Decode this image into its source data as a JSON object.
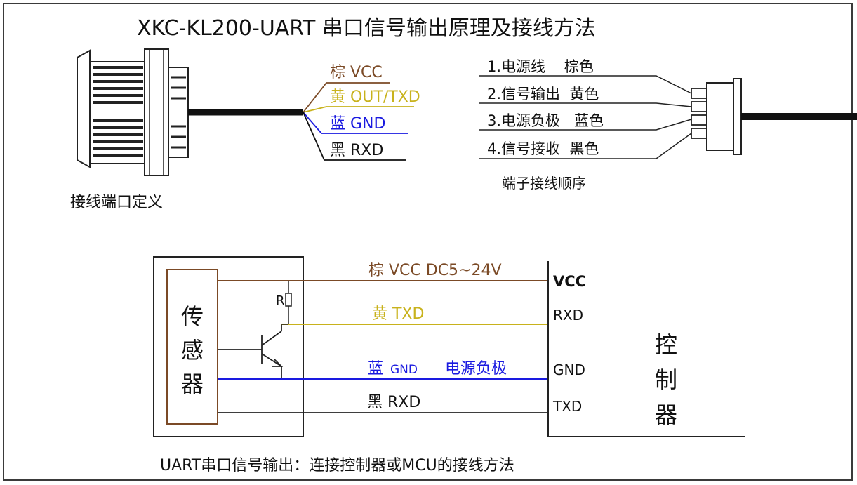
{
  "title": "XKC-KL200-UART 串口信号输出原理及接线方法",
  "connector_caption": "接线端口定义",
  "cable_wires": [
    {
      "label": "棕 VCC"
    },
    {
      "label": "黄 OUT/TXD"
    },
    {
      "label": "蓝 GND"
    },
    {
      "label": "黑 RXD"
    }
  ],
  "terminal_wires": [
    {
      "label": "1.电源线    棕色"
    },
    {
      "label": "2.信号输出  黄色"
    },
    {
      "label": "3.电源负极   蓝色"
    },
    {
      "label": "4.信号接收  黑色"
    }
  ],
  "terminal_caption": "端子接线顺序",
  "sensor_label": [
    "传",
    "感",
    "器"
  ],
  "resistor_label": "R",
  "circuit_wires": {
    "vcc": "棕 VCC DC5~24V",
    "txd": "黄 TXD",
    "gnd_prefix": "蓝",
    "gnd_small": "GND",
    "gnd_desc": "电源负极",
    "rxd": "黑 RXD"
  },
  "controller_pins": {
    "vcc": "VCC",
    "rxd": "RXD",
    "gnd": "GND",
    "txd": "TXD"
  },
  "controller_label": [
    "控",
    "制",
    "器"
  ],
  "footer": "UART串口信号输出：连接控制器或MCU的接线方法",
  "colors": {
    "brown": "#7b4a26",
    "yellow": "#c8b21c",
    "blue": "#1a1ae0",
    "black": "#1a1a1a",
    "frame": "#3a3a3a"
  }
}
